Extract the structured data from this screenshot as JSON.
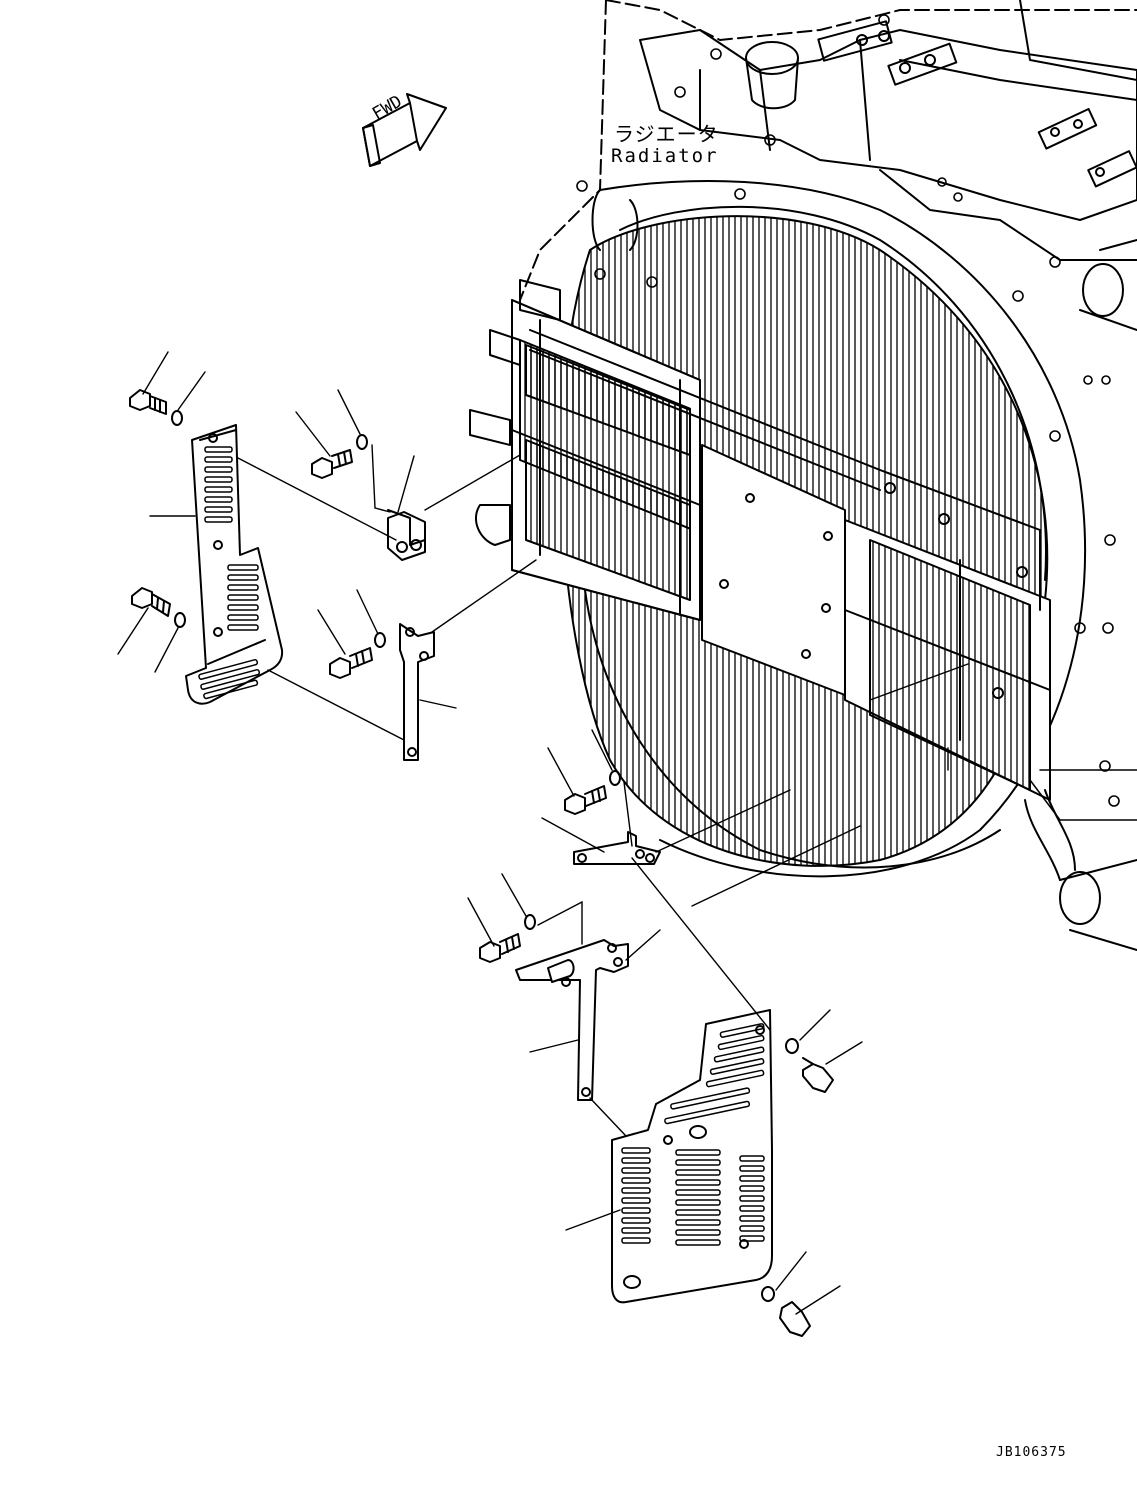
{
  "labels": {
    "fwd": "FWD",
    "radiator_jp": "ラジエータ",
    "radiator_en": "Radiator",
    "drawing_code": "JB106375"
  },
  "colors": {
    "line": "#000000",
    "background": "#ffffff"
  },
  "parts": {
    "radiator-assembly": "radiator",
    "guard-left": "perforated guard plate",
    "guard-right": "perforated guard plate",
    "brackets": [
      "upper-left bracket",
      "lower-left bracket",
      "center bracket",
      "lower bracket"
    ],
    "bolt-icon": "hex bolt",
    "washer-icon": "washer"
  }
}
